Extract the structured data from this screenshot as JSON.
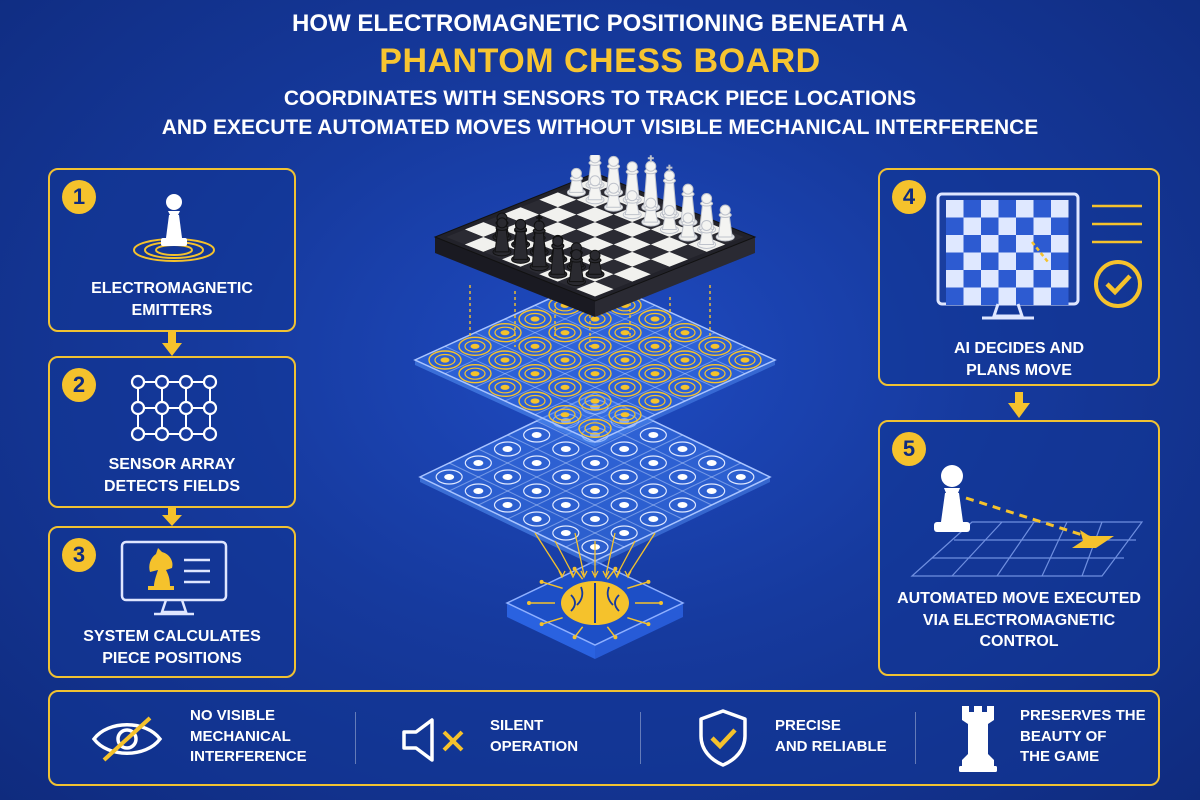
{
  "header": {
    "line1": "HOW ELECTROMAGNETIC POSITIONING BENEATH A",
    "line2": "PHANTOM CHESS BOARD",
    "line3": "COORDINATES WITH SENSORS TO TRACK PIECE LOCATIONS",
    "line4": "AND EXECUTE AUTOMATED MOVES WITHOUT VISIBLE MECHANICAL INTERFERENCE"
  },
  "steps": [
    {
      "number": "1",
      "label_line1": "ELECTROMAGNETIC",
      "label_line2": "EMITTERS",
      "icon": "pawn-waves-icon"
    },
    {
      "number": "2",
      "label_line1": "SENSOR ARRAY",
      "label_line2": "DETECTS FIELDS",
      "icon": "sensor-grid-icon"
    },
    {
      "number": "3",
      "label_line1": "SYSTEM CALCULATES",
      "label_line2": "PIECE POSITIONS",
      "icon": "monitor-knight-icon"
    },
    {
      "number": "4",
      "label_line1": "AI DECIDES AND",
      "label_line2": "PLANS MOVE",
      "icon": "monitor-checkboard-icon"
    },
    {
      "number": "5",
      "label_line1": "AUTOMATED MOVE EXECUTED",
      "label_line2": "VIA ELECTROMAGNETIC",
      "label_line3": "CONTROL",
      "icon": "pawn-move-icon"
    }
  ],
  "features": [
    {
      "line1": "NO VISIBLE",
      "line2": "MECHANICAL",
      "line3": "INTERFERENCE",
      "icon": "eye-crossed-icon"
    },
    {
      "line1": "SILENT",
      "line2": "OPERATION",
      "line3": "",
      "icon": "speaker-muted-icon"
    },
    {
      "line1": "PRECISE",
      "line2": "AND RELIABLE",
      "line3": "",
      "icon": "shield-check-icon"
    },
    {
      "line1": "PRESERVES THE",
      "line2": "BEAUTY OF",
      "line3": "THE GAME",
      "icon": "rook-icon"
    }
  ],
  "colors": {
    "background": "#163a9e",
    "accent": "#f5c22c",
    "text": "#ffffff"
  }
}
